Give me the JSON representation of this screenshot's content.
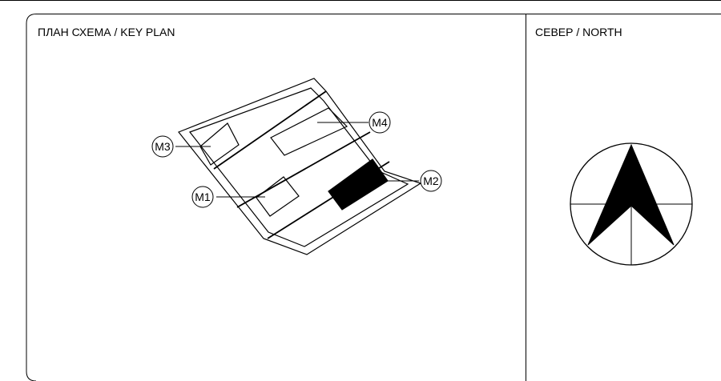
{
  "key_plan": {
    "title": "ПЛАН СХЕМА / KEY PLAN",
    "markers": [
      {
        "id": "m3",
        "label": "M3"
      },
      {
        "id": "m4",
        "label": "M4"
      },
      {
        "id": "m1",
        "label": "M1"
      },
      {
        "id": "m2",
        "label": "M2"
      }
    ]
  },
  "north_panel": {
    "title": "СЕВЕР / NORTH"
  }
}
